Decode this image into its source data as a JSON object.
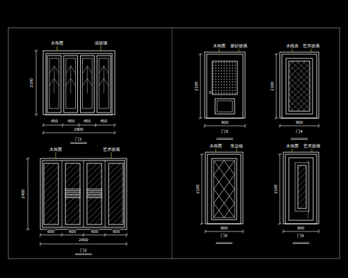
{
  "diagram": {
    "labels": [
      "木饰面",
      "清玻璃",
      "2100",
      "450",
      "450",
      "450",
      "450",
      "1800",
      "门1",
      "木饰面",
      "艺术玻璃",
      "2400",
      "600",
      "600",
      "600",
      "600",
      "2400",
      "门2",
      "木饰面",
      "磨砂玻璃",
      "2100",
      "900",
      "门3",
      "木线条",
      "艺术玻璃",
      "2100",
      "900",
      "门4",
      "木饰面",
      "车边镜",
      "2100",
      "900",
      "门5",
      "木饰面",
      "艺术玻璃",
      "2100",
      "900",
      "门6"
    ]
  }
}
